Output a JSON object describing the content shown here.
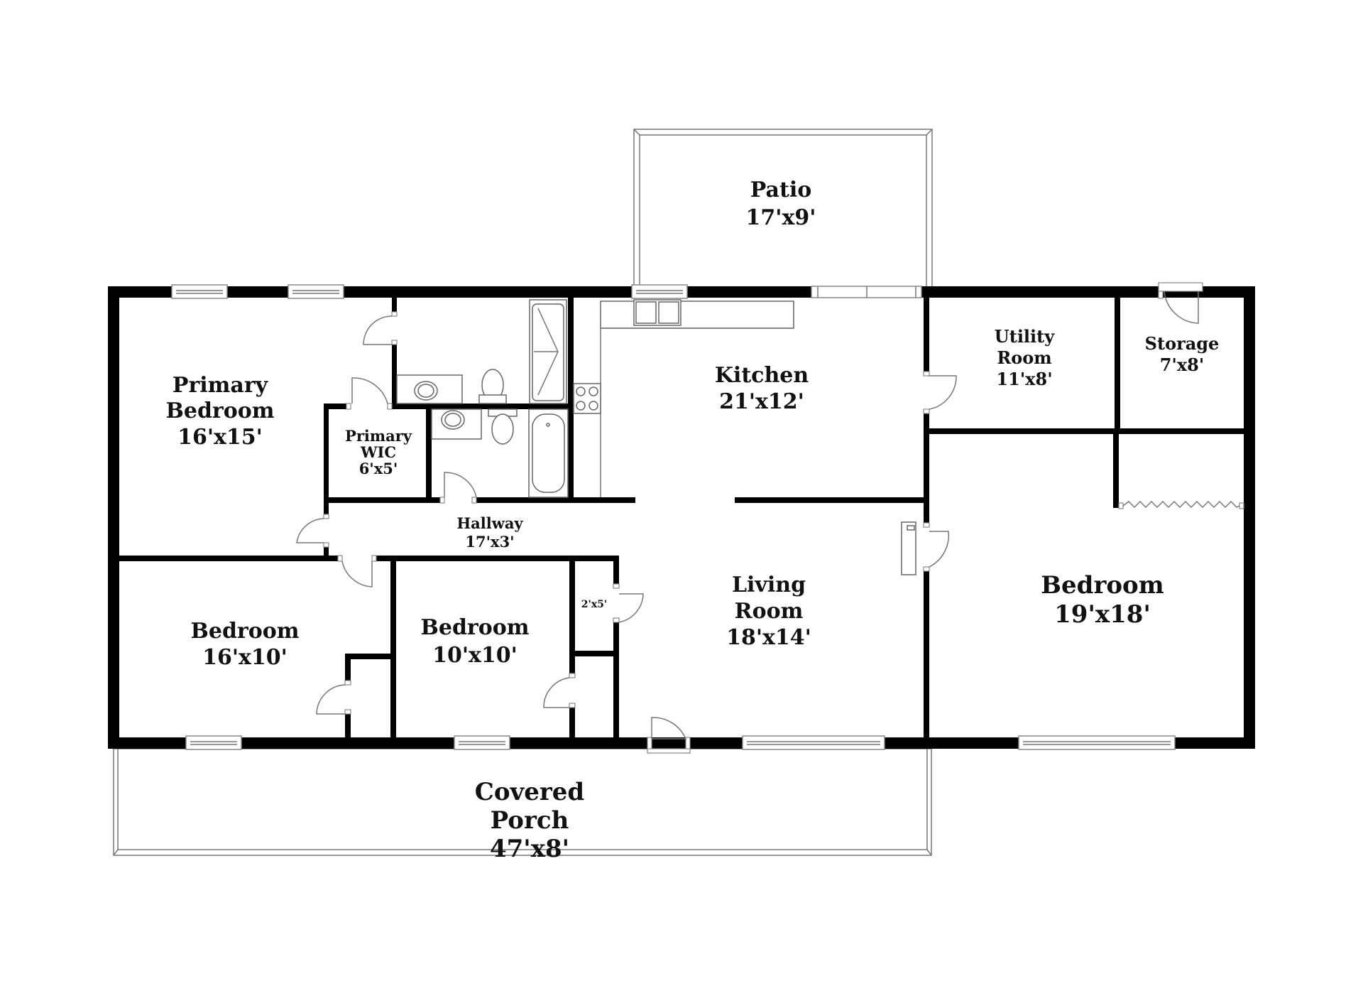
{
  "floorplan": {
    "colors": {
      "wall": "#000000",
      "fixture_line": "#666666",
      "background": "#ffffff"
    },
    "rooms": {
      "patio": {
        "name": "Patio",
        "size": "17'x9'"
      },
      "primary_bedroom": {
        "name_line1": "Primary",
        "name_line2": "Bedroom",
        "size": "16'x15'"
      },
      "primary_wic": {
        "name_line1": "Primary",
        "name_line2": "WIC",
        "size": "6'x5'"
      },
      "kitchen": {
        "name": "Kitchen",
        "size": "21'x12'"
      },
      "utility_room": {
        "name_line1": "Utility",
        "name_line2": "Room",
        "size": "11'x8'"
      },
      "storage": {
        "name": "Storage",
        "size": "7'x8'"
      },
      "hallway": {
        "name": "Hallway",
        "size": "17'x3'"
      },
      "closet_small": {
        "size": "2'x5'"
      },
      "bedroom_2": {
        "name": "Bedroom",
        "size": "16'x10'"
      },
      "bedroom_3": {
        "name": "Bedroom",
        "size": "10'x10'"
      },
      "living_room": {
        "name_line1": "Living",
        "name_line2": "Room",
        "size": "18'x14'"
      },
      "bedroom_4": {
        "name": "Bedroom",
        "size": "19'x18'"
      },
      "covered_porch": {
        "name_line1": "Covered",
        "name_line2": "Porch",
        "size": "47'x8'"
      }
    },
    "icons": [
      "window-icon",
      "door-swing-icon",
      "sink-icon",
      "toilet-icon",
      "shower-icon",
      "bathtub-icon",
      "stove-icon",
      "bifold-door-icon",
      "water-heater-icon"
    ]
  }
}
